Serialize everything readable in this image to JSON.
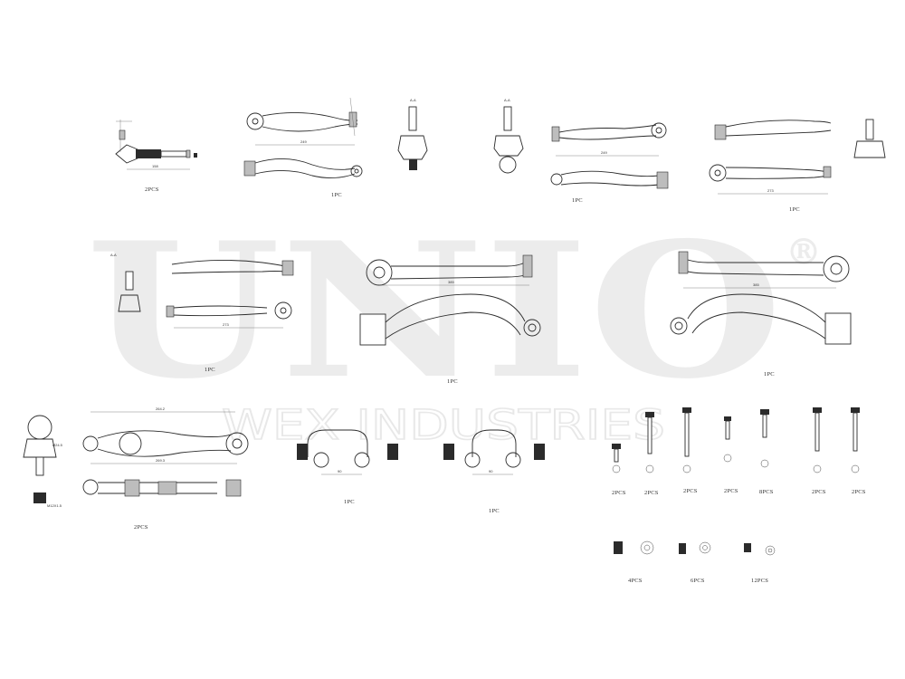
{
  "watermark": {
    "brand": "UNIO",
    "registered": "®",
    "subtitle": "WEX INDUSTRIES"
  },
  "quantities": {
    "tie_rod": "2PCS",
    "rear_upper_arm_left": "1PC",
    "rear_upper_arm_right": "1PC",
    "front_upper_arm_right": "1PC",
    "front_upper_arm_left": "1PC",
    "lower_arm_left": "1PC",
    "lower_arm_right": "1PC",
    "control_arm_pair": "2PCS",
    "stabilizer_link_left": "1PC",
    "stabilizer_link_right": "1PC",
    "bolt_1": "2PCS",
    "bolt_2": "2PCS",
    "bolt_3": "2PCS",
    "bolt_4": "2PCS",
    "bolt_5": "8PCS",
    "bolt_6": "2PCS",
    "bolt_7": "2PCS",
    "nut_1": "4PCS",
    "nut_2": "6PCS",
    "nut_3": "12PCS"
  },
  "dimensions": {
    "tie_rod_length": "158",
    "rear_upper_len": "249",
    "rear_upper_len_r": "249",
    "front_upper_len": "273",
    "front_upper_len_r": "273",
    "lower_arm_len": "385",
    "lower_arm_len_r": "385",
    "control_arm_len": "264.2",
    "control_arm_len2": "269.3",
    "stab_width": "90",
    "stab_width_r": "90",
    "thread_m12": "M12X1.5",
    "ball_dia": "Ø24.5",
    "section_label": "A-A"
  }
}
